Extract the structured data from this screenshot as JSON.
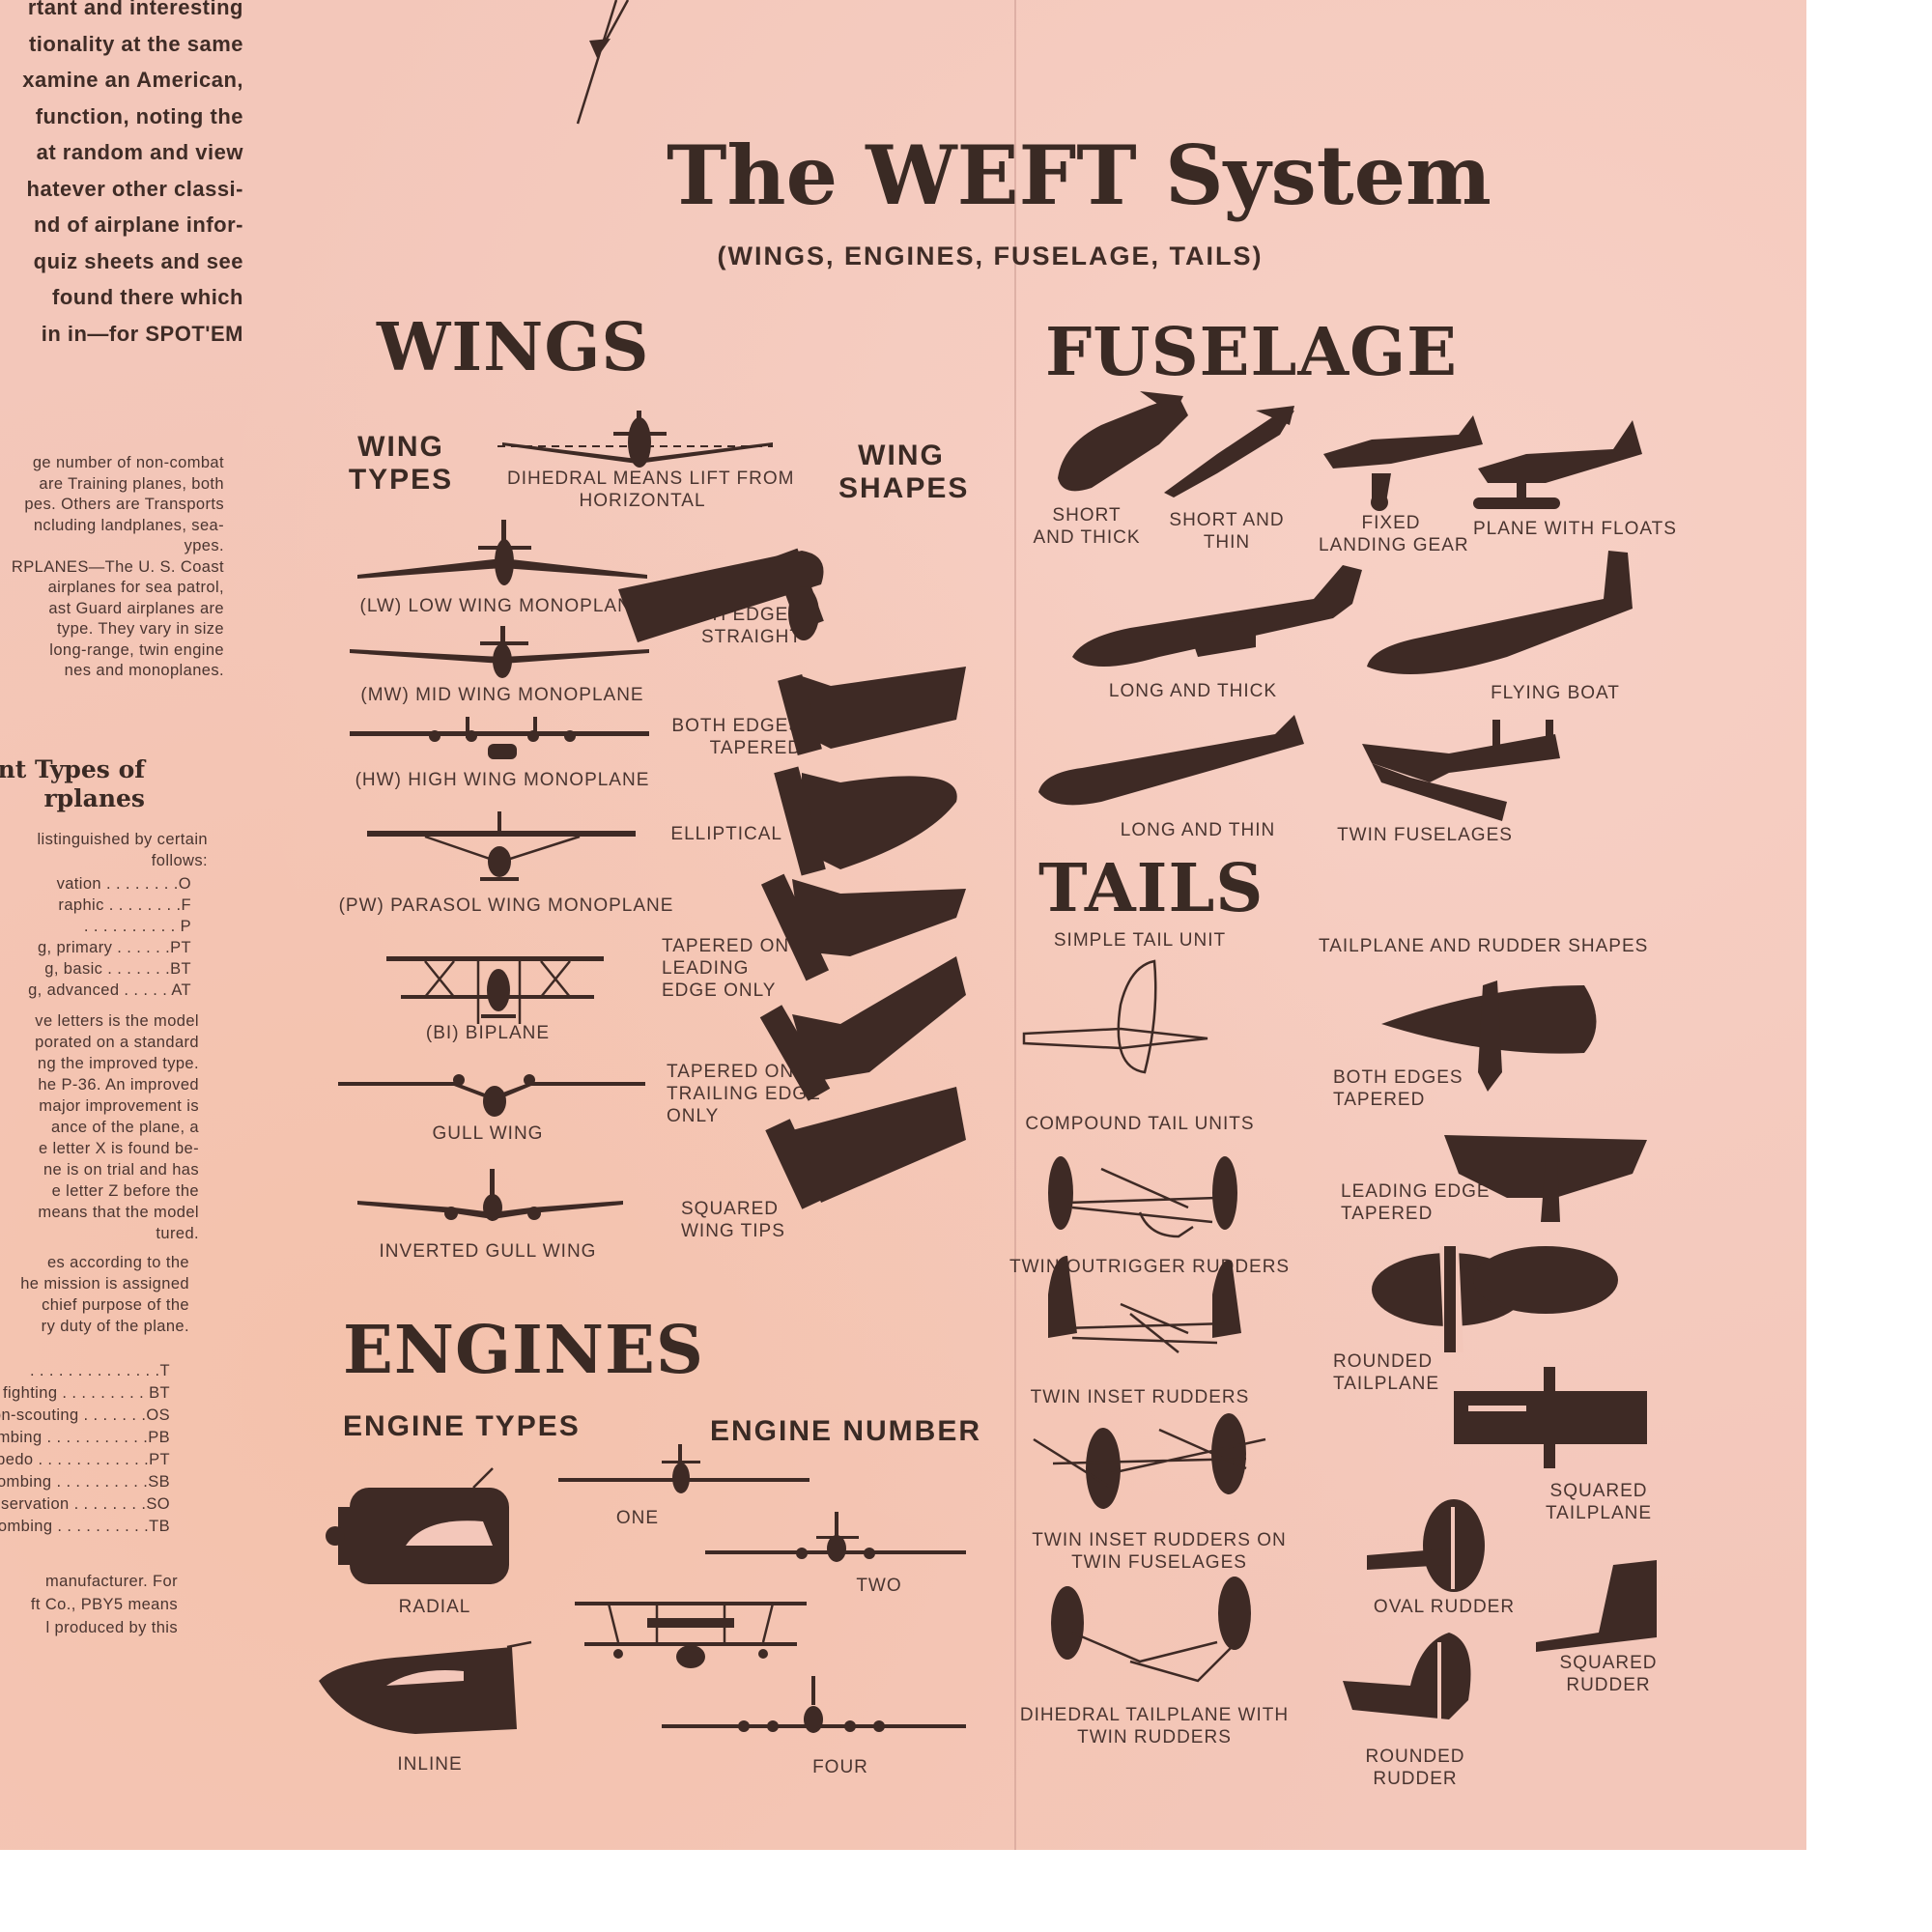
{
  "title": "The WEFT System",
  "subtitle": "(WINGS, ENGINES, FUSELAGE, TAILS)",
  "intro_lines": [
    "rtant and interesting",
    "tionality at the same",
    "xamine an American,",
    "function, noting the",
    "at random and view",
    "hatever other classi-",
    "nd of airplane infor-",
    "quiz sheets and see",
    "found there which",
    "in in—for SPOT'EM"
  ],
  "left_para1": [
    "ge number of non-combat",
    "are Training planes, both",
    "pes. Others are Transports",
    "ncluding landplanes, sea-",
    "ypes.",
    "RPLANES—The U. S. Coast",
    "airplanes for sea patrol,",
    "ast Guard airplanes are",
    "type. They vary in size",
    "long-range, twin engine",
    "nes and monoplanes."
  ],
  "left_heading": [
    "nt Types of",
    "rplanes"
  ],
  "left_para2": [
    "listinguished by certain",
    "follows:"
  ],
  "designations": [
    {
      "label": "vation",
      "code": "O"
    },
    {
      "label": "raphic",
      "code": "F"
    },
    {
      "label": "",
      "code": "P"
    },
    {
      "label": "g, primary",
      "code": "PT"
    },
    {
      "label": "g, basic",
      "code": "BT"
    },
    {
      "label": "g, advanced",
      "code": "AT"
    }
  ],
  "left_para3": [
    "ve letters is the model",
    "porated on a standard",
    "ng the improved type.",
    "he P-36. An improved",
    "major improvement is",
    "ance of the plane, a",
    "e letter X is found be-",
    "ne is on trial and has",
    "e letter Z before the",
    "means that the model",
    "tured."
  ],
  "left_para4": [
    "es according to the",
    "he mission is assigned",
    "chief purpose of the",
    "ry duty of the plane."
  ],
  "missions": [
    {
      "label": "",
      "code": "T"
    },
    {
      "label": "fighting",
      "code": "BT"
    },
    {
      "label": "ion-scouting",
      "code": "OS"
    },
    {
      "label": "mbing",
      "code": "PB"
    },
    {
      "label": "pedo",
      "code": "PT"
    },
    {
      "label": "oombing",
      "code": "SB"
    },
    {
      "label": "bservation",
      "code": "SO"
    },
    {
      "label": "oombing",
      "code": "TB"
    }
  ],
  "left_para5": [
    "manufacturer. For",
    "ft Co., PBY5 means",
    "l produced by this"
  ],
  "wings": {
    "heading": "WINGS",
    "types_heading": "WING\nTYPES",
    "shapes_heading": "WING\nSHAPES",
    "dihedral": "DIHEDRAL MEANS LIFT FROM\nHORIZONTAL",
    "types": [
      "(LW) LOW WING MONOPLANE",
      "(MW) MID WING MONOPLANE",
      "(HW) HIGH WING MONOPLANE",
      "(PW) PARASOL WING MONOPLANE",
      "(BI) BIPLANE",
      "GULL WING",
      "INVERTED GULL WING"
    ],
    "shapes": [
      "BOTH EDGES\nSTRAIGHT",
      "BOTH EDGES\nTAPERED",
      "ELLIPTICAL",
      "TAPERED ON\nLEADING\nEDGE ONLY",
      "TAPERED ON\nTRAILING EDGE\nONLY",
      "SQUARED\nWING TIPS"
    ]
  },
  "fuselage": {
    "heading": "FUSELAGE",
    "items": [
      "SHORT\nAND THICK",
      "SHORT AND\nTHIN",
      "FIXED\nLANDING GEAR",
      "PLANE WITH FLOATS",
      "LONG AND THICK",
      "FLYING BOAT",
      "LONG AND THIN",
      "TWIN FUSELAGES"
    ]
  },
  "tails": {
    "heading": "TAILS",
    "simple": "SIMPLE TAIL UNIT",
    "compound": "COMPOUND TAIL UNITS",
    "shapes_heading": "TAILPLANE AND RUDDER SHAPES",
    "units": [
      "TWIN OUTRIGGER RUDDERS",
      "TWIN INSET RUDDERS",
      "TWIN INSET RUDDERS ON\nTWIN FUSELAGES",
      "DIHEDRAL TAILPLANE WITH\nTWIN RUDDERS"
    ],
    "shapes": [
      "BOTH EDGES\nTAPERED",
      "LEADING EDGE\nTAPERED",
      "ROUNDED\nTAILPLANE",
      "SQUARED\nTAILPLANE",
      "OVAL RUDDER",
      "SQUARED\nRUDDER",
      "ROUNDED\nRUDDER"
    ]
  },
  "engines": {
    "heading": "ENGINES",
    "types_heading": "ENGINE TYPES",
    "number_heading": "ENGINE NUMBER",
    "types": [
      "RADIAL",
      "INLINE"
    ],
    "numbers": [
      "ONE",
      "TWO",
      "FOUR"
    ]
  }
}
